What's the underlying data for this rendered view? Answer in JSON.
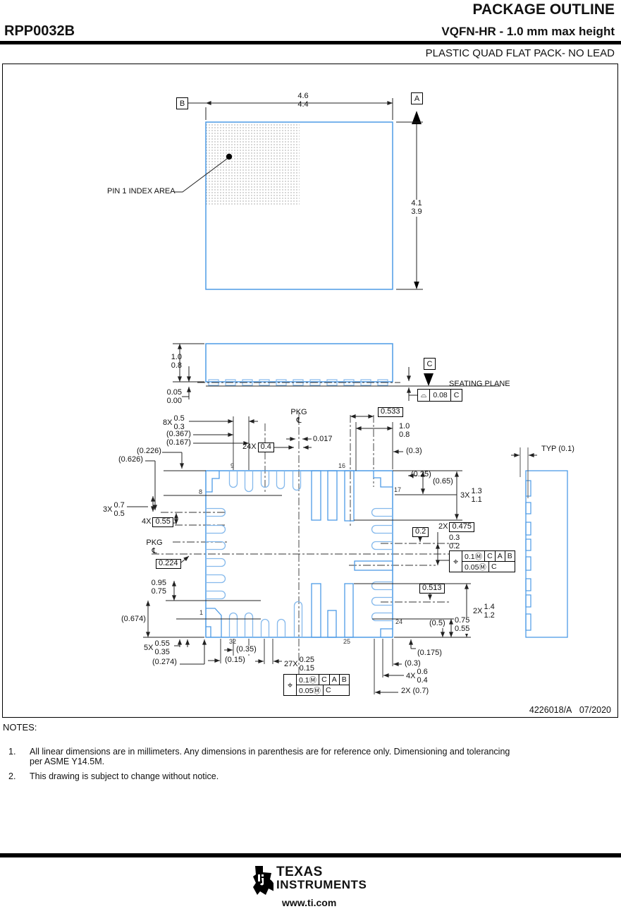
{
  "header": {
    "title": "PACKAGE OUTLINE",
    "part_number": "RPP0032B",
    "subtitle": "VQFN-HR - 1.0 mm max height",
    "package_type": "PLASTIC QUAD FLAT PACK- NO LEAD"
  },
  "colors": {
    "outline_blue": "#4d9be6",
    "pad_blue": "#85b9ec",
    "line_black": "#222222"
  },
  "top_view": {
    "datum_a": "A",
    "datum_b": "B",
    "width_dim": "4.6\n4.4",
    "height_dim": "4.1\n3.9",
    "pin1_label": "PIN 1 INDEX AREA"
  },
  "side_view": {
    "height_dim": "1.0\n0.8",
    "standoff_dim": "0.05\n0.00",
    "datum_c": "C",
    "seating_plane_label": "SEATING PLANE",
    "flatness_fcf": {
      "symbol": "⌓",
      "value": "0.08",
      "datum": "C"
    }
  },
  "bottom_view": {
    "pkg_centerline": "PKG\n℄",
    "dim_0533": "0.533",
    "dim_0017": "0.017",
    "dim_8x": {
      "prefix": "8X",
      "stack": "0.5\n0.3"
    },
    "ref_0367": "(0.367)",
    "ref_0167": "(0.167)",
    "ref_0226": "(0.226)",
    "ref_0626": "(0.626)",
    "dim_24x": {
      "prefix": "24X",
      "boxed": "0.4"
    },
    "dim_10_08": "1.0\n0.8",
    "ref_03_top": "(0.3)",
    "ref_025": "(0.25)",
    "ref_065": "(0.65)",
    "dim_3x_13": {
      "prefix": "3X",
      "stack": "1.3\n1.1"
    },
    "dim_3x_07": {
      "prefix": "3X",
      "stack": "0.7\n0.5"
    },
    "dim_4x_055": {
      "prefix": "4X",
      "boxed": "0.55"
    },
    "dim_02": "0.2",
    "dim_2x_0475": {
      "prefix": "2X",
      "boxed": "0.475"
    },
    "dim_03_02": "0.3\n0.2",
    "dim_0224": "0.224",
    "dim_0513": "0.513",
    "dim_095_075": "0.95\n0.75",
    "ref_0674": "(0.674)",
    "dim_2x_14": {
      "prefix": "2X",
      "stack": "1.4\n1.2"
    },
    "dim_075_055": "0.75\n0.55",
    "ref_05": "(0.5)",
    "dim_5x": {
      "prefix": "5X",
      "stack": "0.55\n0.35"
    },
    "ref_0274": "(0.274)",
    "ref_035": "(0.35)",
    "ref_015": "(0.15)",
    "dim_27x": {
      "prefix": "27X",
      "stack": "0.25\n0.15"
    },
    "ref_0175": "(0.175)",
    "ref_03_bottom": "(0.3)",
    "dim_4x_06": {
      "prefix": "4X",
      "stack": "0.6\n0.4"
    },
    "dim_2x_07": "2X (0.7)",
    "fcf_position": {
      "symbol": "⌖",
      "row1": [
        "0.1Ⓜ",
        "C",
        "A",
        "B"
      ],
      "row2": [
        "0.05Ⓜ",
        "C"
      ]
    },
    "pins": {
      "p1": "1",
      "p8": "8",
      "p9": "9",
      "p16": "16",
      "p17": "17",
      "p24": "24",
      "p25": "25",
      "p32": "32"
    }
  },
  "detail_view": {
    "typ_label": "TYP (0.1)"
  },
  "title_block": {
    "doc_number": "4226018/A",
    "date": "07/2020"
  },
  "notes": {
    "heading": "NOTES:",
    "items": [
      {
        "num": "1.",
        "text": "All linear dimensions are in millimeters. Any dimensions in parenthesis are for reference only. Dimensioning and tolerancing\nper ASME Y14.5M."
      },
      {
        "num": "2.",
        "text": "This drawing is subject to change without notice."
      }
    ]
  },
  "footer": {
    "brand_line1": "TEXAS",
    "brand_line2": "INSTRUMENTS",
    "url": "www.ti.com"
  }
}
